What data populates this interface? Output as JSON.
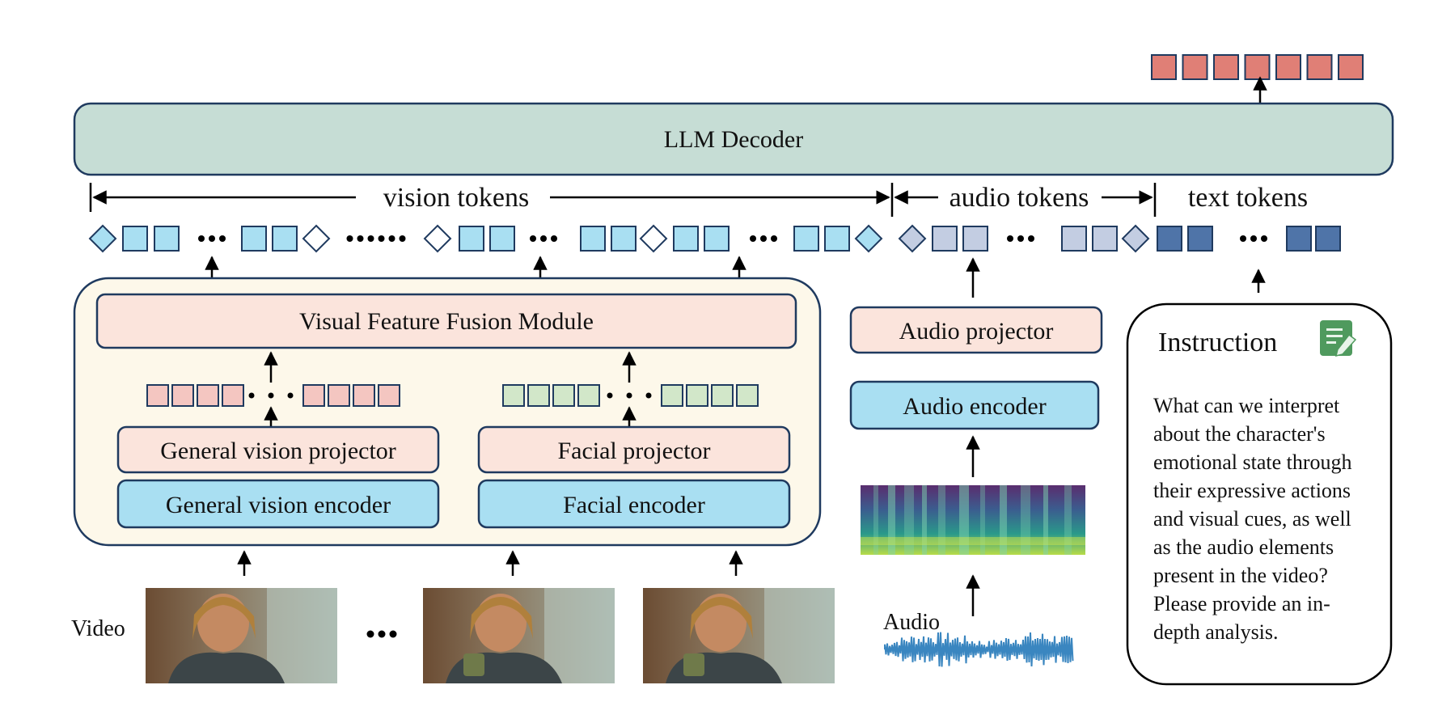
{
  "decoder": {
    "label": "LLM Decoder"
  },
  "token_groups": {
    "vision": "vision tokens",
    "audio": "audio tokens",
    "text": "text tokens"
  },
  "vision_branch": {
    "fusion_module": "Visual Feature Fusion Module",
    "general_projector": "General vision projector",
    "general_encoder": "General vision encoder",
    "facial_projector": "Facial projector",
    "facial_encoder": "Facial encoder"
  },
  "audio_branch": {
    "projector": "Audio projector",
    "encoder": "Audio encoder"
  },
  "inputs": {
    "video_label": "Video",
    "audio_label": "Audio"
  },
  "instruction": {
    "title": "Instruction",
    "lines": [
      "What can we interpret",
      "about the character's",
      "emotional state through",
      "their expressive actions",
      "and visual cues, as well",
      "as the audio elements",
      "present in the video?",
      "Please provide an in-",
      "depth analysis."
    ]
  },
  "colors": {
    "decoder_fill": "#c6ddd5",
    "border": "#1f3a5f",
    "vision_container": "#fdf8ea",
    "projector_fill": "#fbe4dc",
    "encoder_fill": "#a9dff2",
    "vision_token": "#a9dff2",
    "audio_token": "#c3cde2",
    "text_token": "#4f74a8",
    "output_token": "#e07f76",
    "general_feature": "#f4c6c1",
    "facial_feature": "#d2e7c9"
  }
}
